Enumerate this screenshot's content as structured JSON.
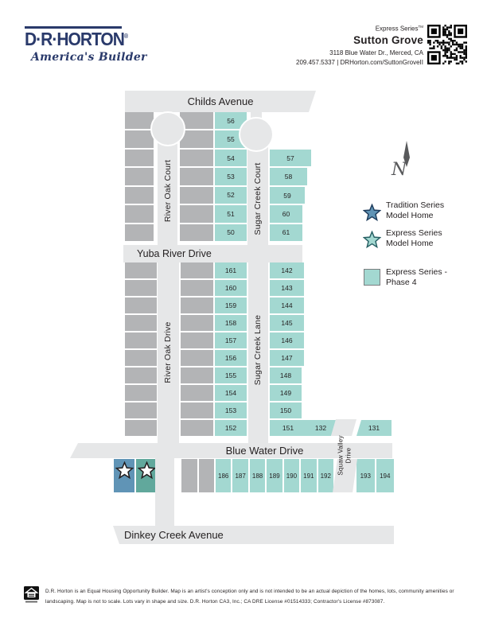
{
  "colors": {
    "express_phase4": "#A3D8D1",
    "unreleased": "#B3B4B6",
    "street": "#E6E7E8",
    "tradition_model": "#6094B6",
    "express_model": "#61A89C",
    "brand_navy": "#2A3A6B",
    "text_dark": "#231F20",
    "north_gray": "#58595B",
    "legend_square_border": "#7B7D7F"
  },
  "header": {
    "logo_title": "D·R·HORTON",
    "logo_mark": "®",
    "logo_tagline": "America's Builder",
    "series": "Express Series",
    "series_tm": "TM",
    "community": "Sutton Grove",
    "address": "3118 Blue Water Dr., Merced, CA",
    "phone": "209.457.5337",
    "separator": "|",
    "website": "DRHorton.com/SuttonGroveII"
  },
  "map": {
    "streets": {
      "childs_avenue": "Childs Avenue",
      "river_oak_court": "River Oak Court",
      "sugar_creek_court": "Sugar Creek Court",
      "yuba_river_drive": "Yuba River Drive",
      "river_oak_drive": "River Oak Drive",
      "sugar_creek_lane": "Sugar Creek Lane",
      "blue_water_drive": "Blue Water Drive",
      "squaw_valley_line1": "Squaw Valley",
      "squaw_valley_line2": "Drive",
      "dinkey_creek_avenue": "Dinkey Creek Avenue"
    },
    "lots": {
      "sugar_creek_court_west": [
        "56",
        "55",
        "54",
        "53",
        "52",
        "51",
        "50"
      ],
      "sugar_creek_court_east": [
        "57",
        "58",
        "59",
        "60",
        "61"
      ],
      "sugar_creek_lane_west": [
        "161",
        "160",
        "159",
        "158",
        "157",
        "156",
        "155",
        "154",
        "153",
        "152"
      ],
      "sugar_creek_lane_east": [
        "142",
        "143",
        "144",
        "145",
        "146",
        "147",
        "148",
        "149",
        "150",
        "151"
      ],
      "lot_132": "132",
      "lot_131": "131",
      "blue_water_row_west": [
        "186",
        "187",
        "188",
        "189",
        "190",
        "191",
        "192"
      ],
      "blue_water_row_east": [
        "193",
        "194"
      ]
    }
  },
  "legend": {
    "north_label": "N",
    "items": [
      {
        "line1": "Tradition Series",
        "line2": "Model Home"
      },
      {
        "line1": "Express Series",
        "line2": "Model Home"
      },
      {
        "line1": "Express Series -",
        "line2": "Phase 4"
      }
    ]
  },
  "footer": {
    "line1": "D.R. Horton is an Equal Housing Opportunity Builder. Map is an artist's conception only and is not intended to be an actual depiction of the homes, lots, community amenities or",
    "line2": "landscaping. Map is not to scale. Lots vary in shape and size. D.R. Horton CA3, Inc.; CA DRE License #01514333; Contractor's License #873087."
  }
}
